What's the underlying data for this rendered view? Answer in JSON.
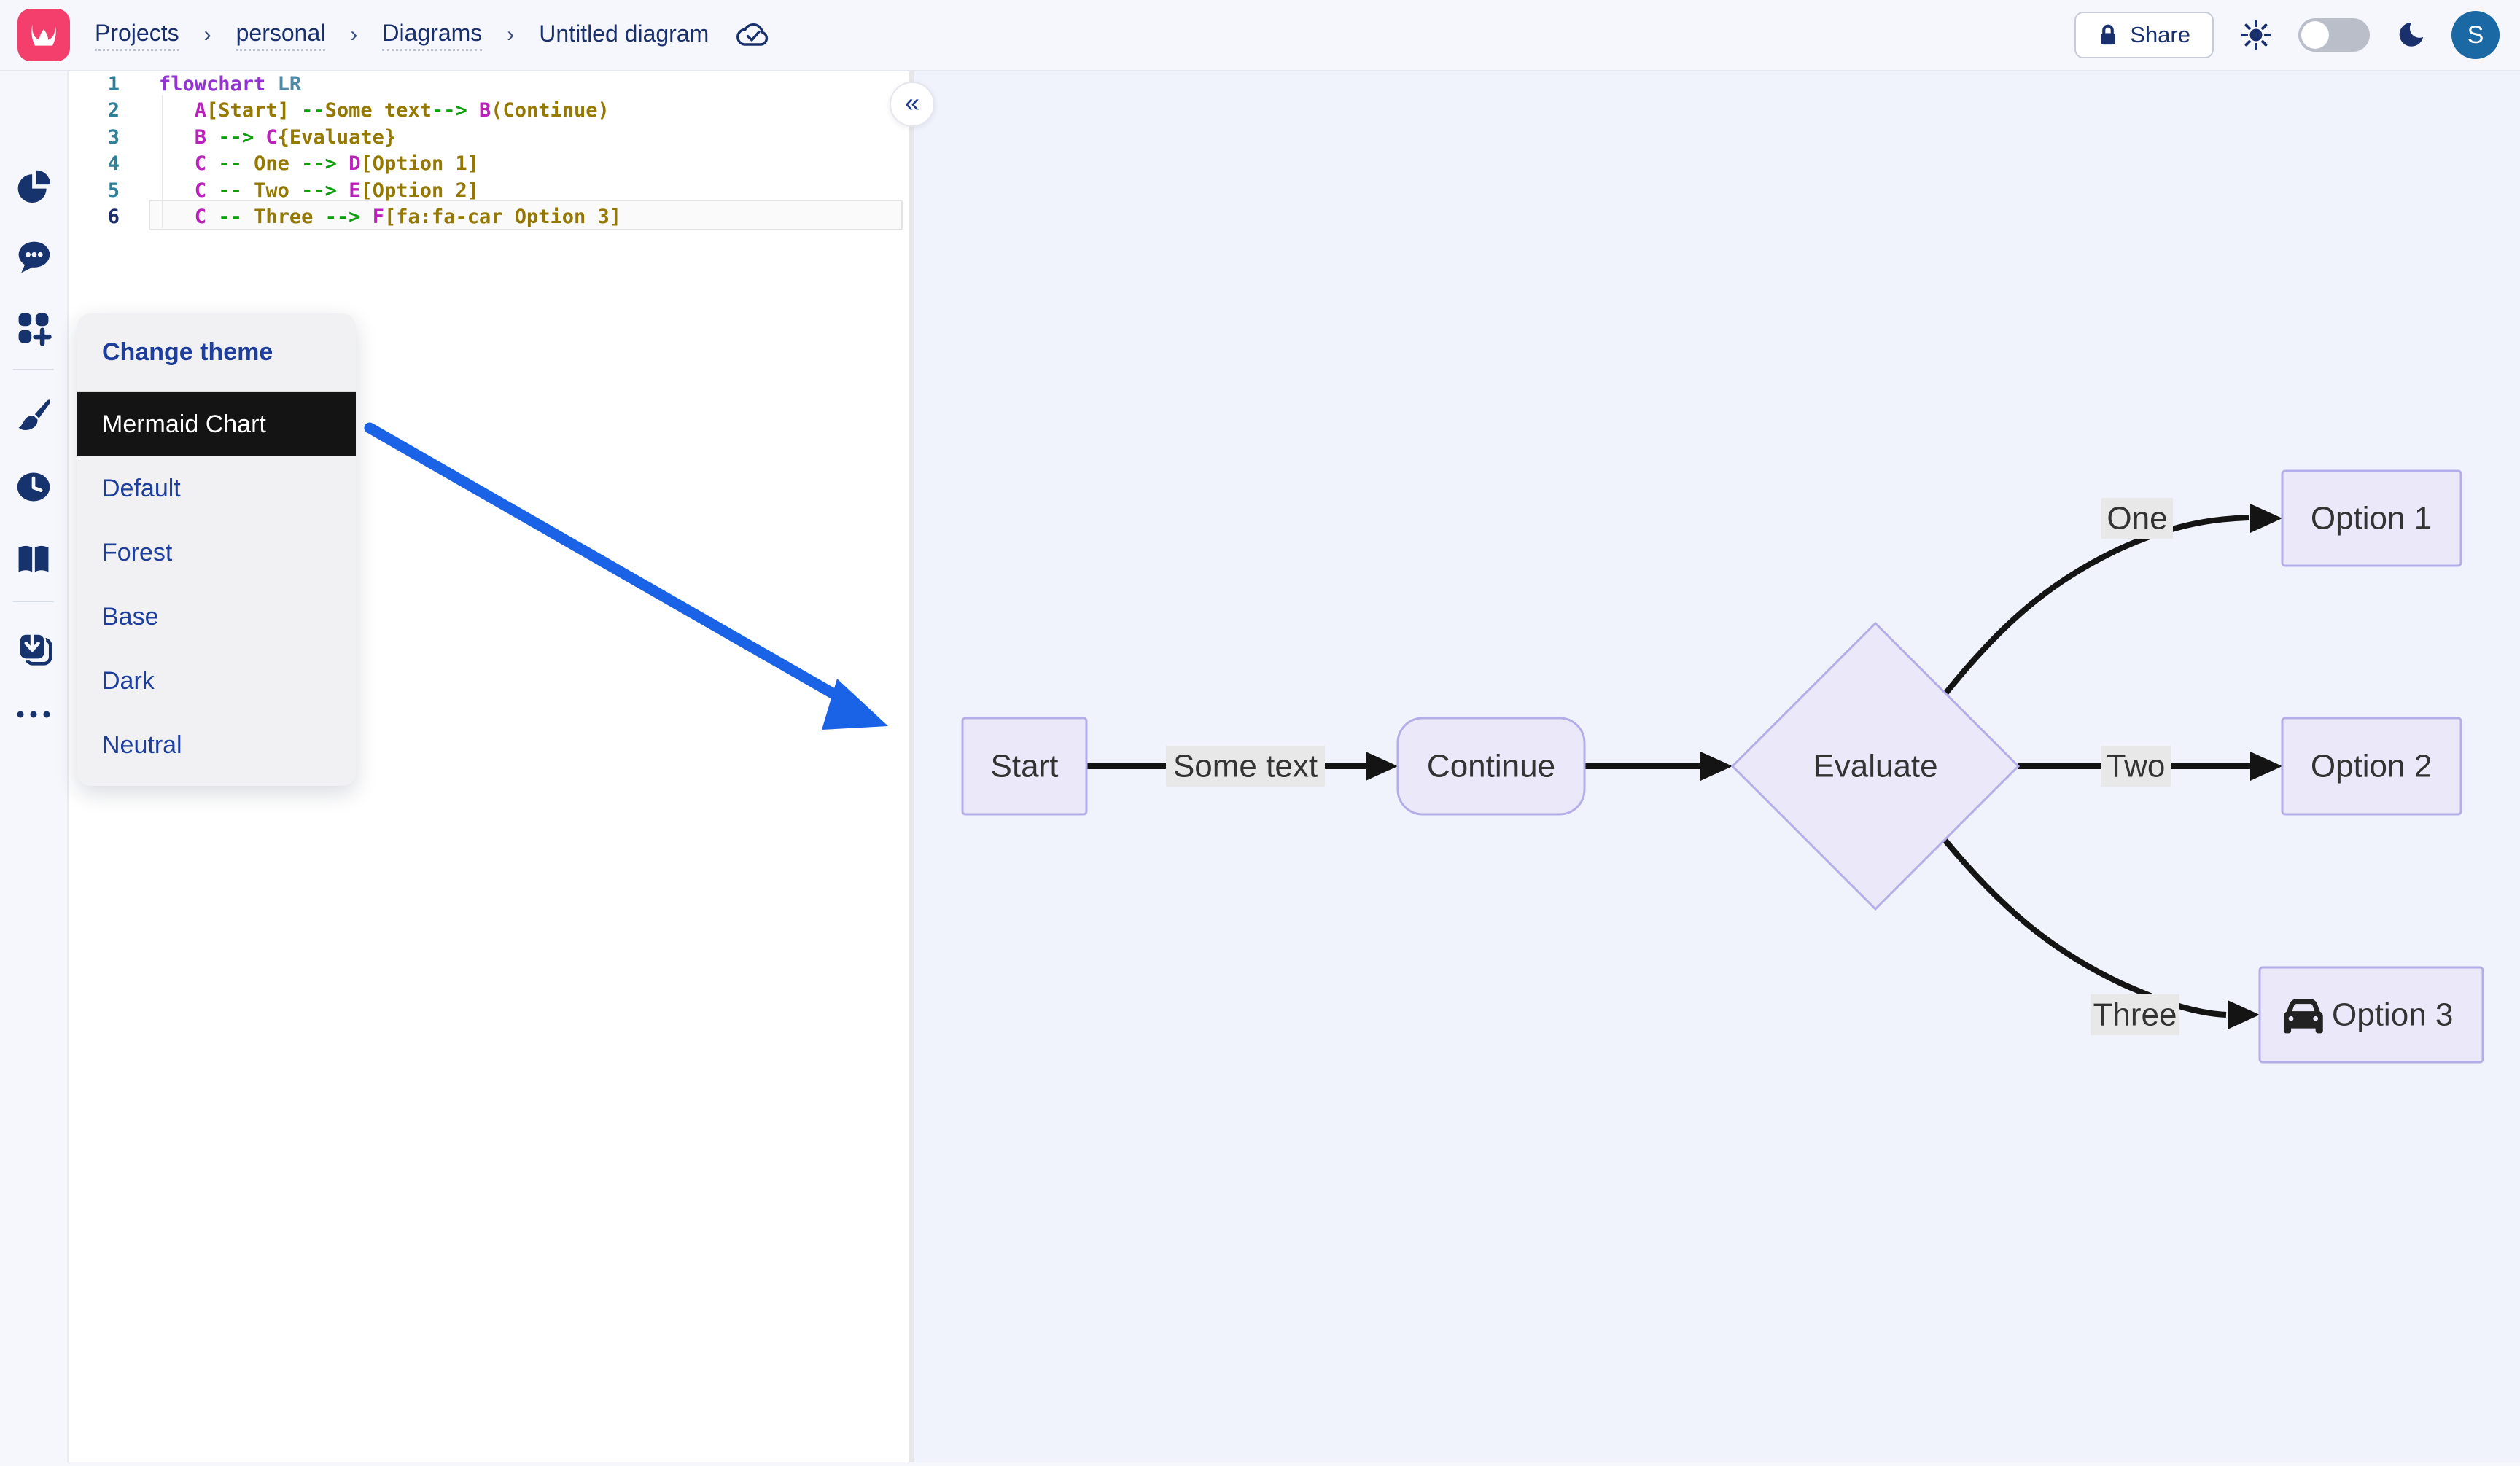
{
  "colors": {
    "brand_pink": "#f43f6d",
    "navy": "#19306d",
    "menu_blue": "#1d3e9b",
    "avatar_blue": "#1a69a5",
    "canvas_bg": "#f0f3fc",
    "chrome_bg": "#f5f7fd",
    "node_fill": "#eae8f9",
    "node_stroke": "#b4aee8",
    "edge_black": "#141414",
    "edge_label_bg": "#e8e8e8",
    "annotation_blue": "#1b63e6",
    "selected_item_bg": "#141414"
  },
  "topbar": {
    "breadcrumb": [
      "Projects",
      "personal",
      "Diagrams",
      "Untitled diagram"
    ],
    "separator": "›",
    "share_label": "Share",
    "avatar_initial": "S"
  },
  "sidebar": {
    "icons": [
      "pie-chart-icon",
      "chat-icon",
      "new-diagram-icon",
      "paintbrush-icon",
      "clock-icon",
      "book-icon",
      "export-icon",
      "more-icon"
    ]
  },
  "editor": {
    "collapse_glyph": "«",
    "lines": [
      {
        "num": "1",
        "active": false,
        "tokens": [
          [
            "flowchart",
            "kw"
          ],
          [
            " ",
            "pl"
          ],
          [
            "LR",
            "dir"
          ]
        ]
      },
      {
        "num": "2",
        "active": false,
        "tokens": [
          [
            "   ",
            "pl"
          ],
          [
            "A",
            "node"
          ],
          [
            "[Start]",
            "str"
          ],
          [
            " ",
            "pl"
          ],
          [
            "--",
            "arrow"
          ],
          [
            "Some text",
            "str"
          ],
          [
            "-->",
            "arrow"
          ],
          [
            " ",
            "pl"
          ],
          [
            "B",
            "node"
          ],
          [
            "(Continue)",
            "str"
          ]
        ]
      },
      {
        "num": "3",
        "active": false,
        "tokens": [
          [
            "   ",
            "pl"
          ],
          [
            "B",
            "node"
          ],
          [
            " ",
            "pl"
          ],
          [
            "-->",
            "arrow"
          ],
          [
            " ",
            "pl"
          ],
          [
            "C",
            "node"
          ],
          [
            "{Evaluate}",
            "str"
          ]
        ]
      },
      {
        "num": "4",
        "active": false,
        "tokens": [
          [
            "   ",
            "pl"
          ],
          [
            "C",
            "node"
          ],
          [
            " ",
            "pl"
          ],
          [
            "--",
            "arrow"
          ],
          [
            " ",
            "pl"
          ],
          [
            "One",
            "str"
          ],
          [
            " ",
            "pl"
          ],
          [
            "-->",
            "arrow"
          ],
          [
            " ",
            "pl"
          ],
          [
            "D",
            "node"
          ],
          [
            "[Option 1]",
            "str"
          ]
        ]
      },
      {
        "num": "5",
        "active": false,
        "tokens": [
          [
            "   ",
            "pl"
          ],
          [
            "C",
            "node"
          ],
          [
            " ",
            "pl"
          ],
          [
            "--",
            "arrow"
          ],
          [
            " ",
            "pl"
          ],
          [
            "Two",
            "str"
          ],
          [
            " ",
            "pl"
          ],
          [
            "-->",
            "arrow"
          ],
          [
            " ",
            "pl"
          ],
          [
            "E",
            "node"
          ],
          [
            "[Option 2]",
            "str"
          ]
        ]
      },
      {
        "num": "6",
        "active": true,
        "tokens": [
          [
            "   ",
            "pl"
          ],
          [
            "C",
            "node"
          ],
          [
            " ",
            "pl"
          ],
          [
            "--",
            "arrow"
          ],
          [
            " ",
            "pl"
          ],
          [
            "Three",
            "str"
          ],
          [
            " ",
            "pl"
          ],
          [
            "-->",
            "arrow"
          ],
          [
            " ",
            "pl"
          ],
          [
            "F",
            "node"
          ],
          [
            "[fa:fa-car Option 3]",
            "str"
          ]
        ]
      }
    ]
  },
  "theme_menu": {
    "header": "Change theme",
    "items": [
      {
        "label": "Mermaid Chart",
        "selected": true
      },
      {
        "label": "Default",
        "selected": false
      },
      {
        "label": "Forest",
        "selected": false
      },
      {
        "label": "Base",
        "selected": false
      },
      {
        "label": "Dark",
        "selected": false
      },
      {
        "label": "Neutral",
        "selected": false
      }
    ]
  },
  "diagram": {
    "type": "flowchart-LR",
    "nodes": {
      "start": "Start",
      "continue": "Continue",
      "evaluate": "Evaluate",
      "option1": "Option 1",
      "option2": "Option 2",
      "option3": "Option 3"
    },
    "edge_labels": {
      "e1": "Some text",
      "e2": "One",
      "e3": "Two",
      "e4": "Three"
    },
    "option3_icon": "car-icon"
  }
}
